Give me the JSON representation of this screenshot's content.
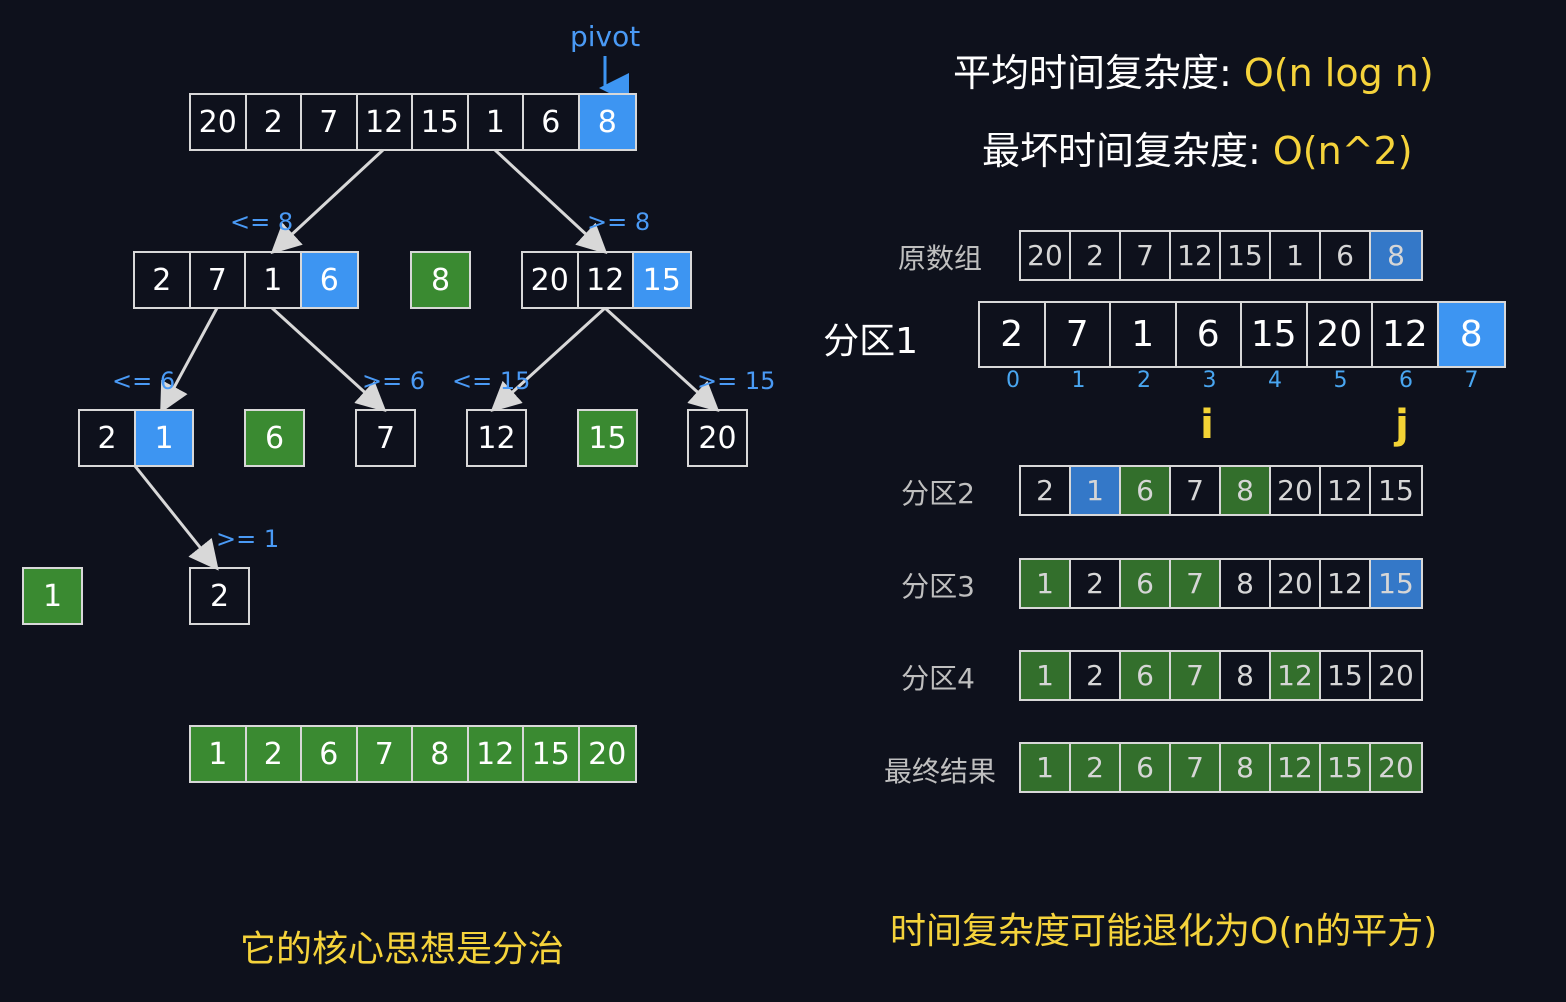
{
  "pivot_label": "pivot",
  "complexity": {
    "avg_label": "平均时间复杂度: ",
    "avg_value": "O(n log n)",
    "worst_label": "最坏时间复杂度: ",
    "worst_value": "O(n^2)"
  },
  "tree": {
    "root": [
      "20",
      "2",
      "7",
      "12",
      "15",
      "1",
      "6",
      "8"
    ],
    "left1": [
      "2",
      "7",
      "1",
      "6"
    ],
    "pivot1": "8",
    "right1": [
      "20",
      "12",
      "15"
    ],
    "left2": [
      "2",
      "1"
    ],
    "pivot2a": "6",
    "right2a": "7",
    "left2b": "12",
    "pivot2b": "15",
    "right2b": "20",
    "pivot3": "1",
    "right3": "2",
    "result": [
      "1",
      "2",
      "6",
      "7",
      "8",
      "12",
      "15",
      "20"
    ],
    "cmp": {
      "le8": "<= 8",
      "ge8": ">= 8",
      "le6": "<= 6",
      "ge6": ">= 6",
      "le15": "<= 15",
      "ge15": ">= 15",
      "ge1": ">= 1"
    }
  },
  "steps": {
    "original_label": "原数组",
    "original": [
      "20",
      "2",
      "7",
      "12",
      "15",
      "1",
      "6",
      "8"
    ],
    "p1_label": "分区1",
    "p1": [
      "2",
      "7",
      "1",
      "6",
      "15",
      "20",
      "12",
      "8"
    ],
    "indices": [
      "0",
      "1",
      "2",
      "3",
      "4",
      "5",
      "6",
      "7"
    ],
    "ptr_i": "i",
    "ptr_j": "j",
    "p2_label": "分区2",
    "p2": [
      "2",
      "1",
      "6",
      "7",
      "8",
      "20",
      "12",
      "15"
    ],
    "p3_label": "分区3",
    "p3": [
      "1",
      "2",
      "6",
      "7",
      "8",
      "20",
      "12",
      "15"
    ],
    "p4_label": "分区4",
    "p4": [
      "1",
      "2",
      "6",
      "7",
      "8",
      "12",
      "15",
      "20"
    ],
    "final_label": "最终结果",
    "final": [
      "1",
      "2",
      "6",
      "7",
      "8",
      "12",
      "15",
      "20"
    ]
  },
  "captions": {
    "left": "它的核心思想是分治",
    "right": "时间复杂度可能退化为O(n的平方)"
  },
  "colors": {
    "background": "#0e111c",
    "green": "#3a8a31",
    "blue": "#3d95f2",
    "yellow": "#f5d33b"
  }
}
